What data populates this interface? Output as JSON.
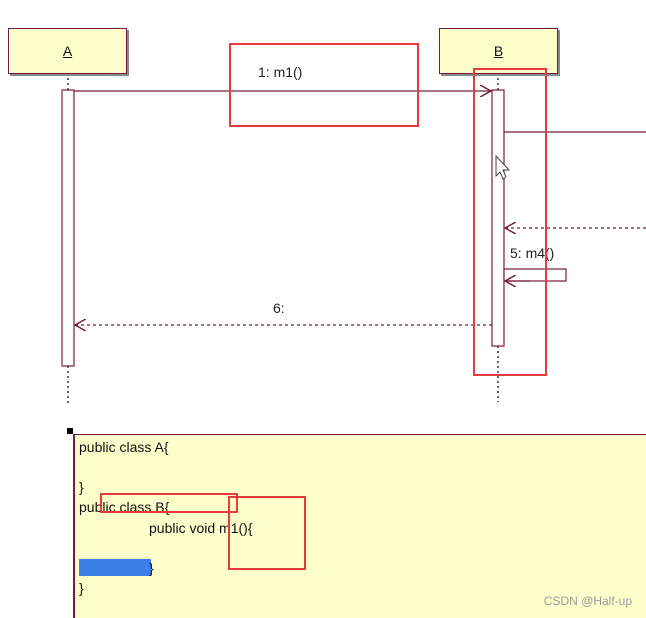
{
  "lifelines": {
    "a": {
      "label": "A"
    },
    "b": {
      "label": "B"
    }
  },
  "messages": {
    "m1": {
      "label": "1: m1()"
    },
    "m4": {
      "label": "5: m4()"
    },
    "return6": {
      "label": "6:"
    }
  },
  "note": {
    "lines": [
      "public class A{",
      "}",
      "public class B{",
      "public void m1(){",
      "}",
      "}"
    ]
  },
  "watermark": "CSDN @Half-up",
  "colors": {
    "line": "#7a1a3a",
    "box_fill": "#ffffcc",
    "highlight": "#e83a3a",
    "selection": "#3b7fe8"
  }
}
